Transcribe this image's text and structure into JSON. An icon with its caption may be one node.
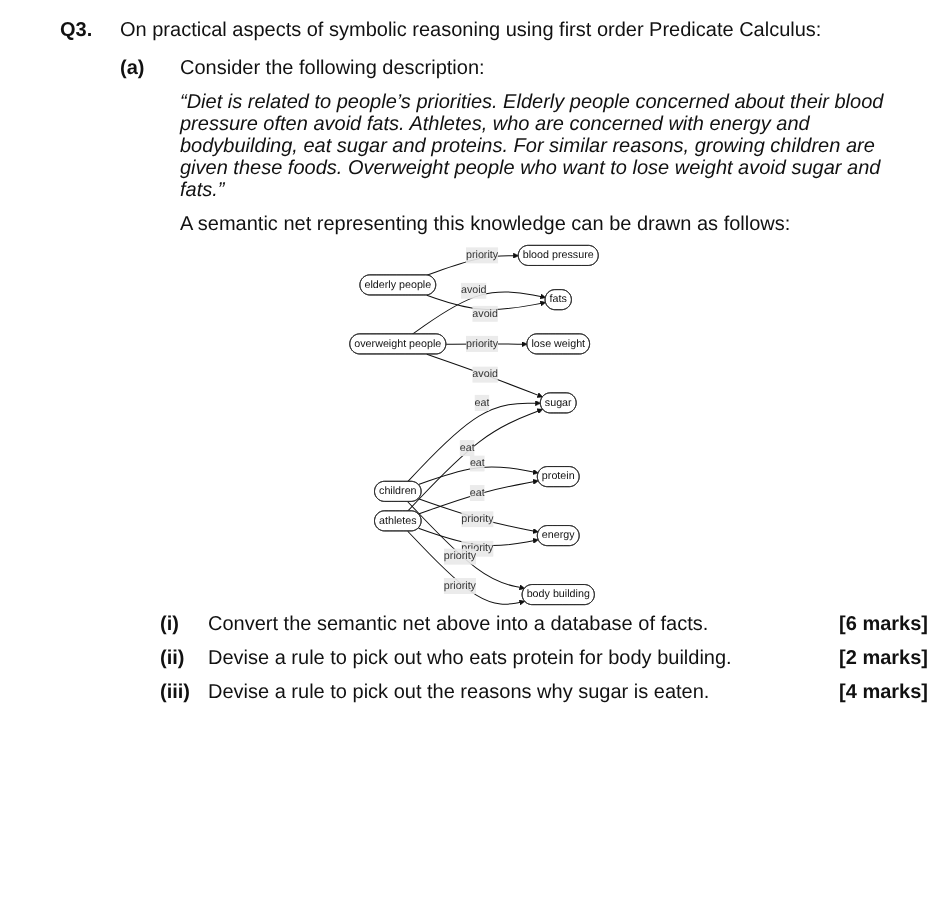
{
  "diagram": {
    "nodes": [
      {
        "text": [
          "elderly people"
        ]
      },
      {
        "text": [
          "blood pressure"
        ]
      },
      {
        "text": [
          "sugar"
        ]
      },
      {
        "text": [
          "athletes"
        ]
      },
      {
        "text": [
          "energy"
        ]
      },
      {
        "text": [
          "fats"
        ]
      },
      {
        "text": [
          "children"
        ]
      },
      {
        "text": [
          "body building"
        ]
      },
      {
        "text": [
          "protein"
        ]
      },
      {
        "text": [
          "overweight people"
        ]
      },
      {
        "text": [
          "lose weight"
        ]
      }
    ],
    "edges": [
      {
        "from": 0,
        "to": 5,
        "arrow": "to",
        "label": "avoid"
      },
      {
        "from": 0,
        "to": 1,
        "arrow": "to",
        "label": "priority"
      },
      {
        "from": 3,
        "to": 2,
        "arrow": "to",
        "label": "eat"
      },
      {
        "from": 3,
        "to": 8,
        "arrow": "to",
        "label": "eat"
      },
      {
        "from": 3,
        "to": 4,
        "arrow": "to",
        "label": "priority"
      },
      {
        "from": 3,
        "to": 7,
        "arrow": "to",
        "label": "priority"
      },
      {
        "from": 6,
        "to": 2,
        "arrow": "to",
        "label": "eat"
      },
      {
        "from": 6,
        "to": 8,
        "arrow": "to",
        "label": "eat"
      },
      {
        "from": 6,
        "to": 4,
        "arrow": "to",
        "label": "priority"
      },
      {
        "from": 6,
        "to": 7,
        "arrow": "to",
        "label": "priority"
      },
      {
        "from": 9,
        "to": 5,
        "arrow": "to",
        "label": "avoid"
      },
      {
        "from": 9,
        "to": 2,
        "arrow": "to",
        "label": "avoid"
      },
      {
        "from": 9,
        "to": 10,
        "arrow": "to",
        "label": "priority"
      }
    ],
    "labels": [
      "Q3.",
      "On practical aspects of symbolic reasoning using first order Predicate Calculus:",
      "(a)",
      "Consider the following description:",
      "“Diet is related to people’s priorities. Elderly people concerned about their blood pressure often avoid fats. Athletes, who are concerned with energy and bodybuilding, eat sugar and proteins. For similar reasons, growing children are given these foods. Overweight people who want to lose weight avoid sugar and fats.”",
      "A semantic net representing this knowledge can be drawn as follows:",
      "(i)",
      "Convert the semantic net above into a database of facts.",
      "[6 marks]",
      "(ii)",
      "Devise a rule to pick out who eats protein for body building.",
      "[2 marks]",
      "(iii)",
      "Devise a rule to pick out the reasons why sugar is eaten.",
      "[4 marks]"
    ]
  }
}
